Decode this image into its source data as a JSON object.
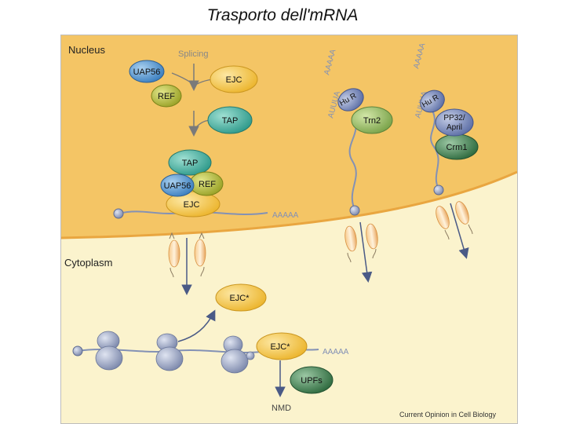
{
  "title": "Trasporto dell'mRNA",
  "compartments": {
    "nucleus": "Nucleus",
    "cytoplasm": "Cytoplasm"
  },
  "process_labels": {
    "splicing": "Splicing",
    "nmd": "NMD"
  },
  "proteins": {
    "uap56": "UAP56",
    "ref": "REF",
    "ejc": "EJC",
    "tap": "TAP",
    "hur": "Hu R",
    "trn2": "Trn2",
    "pp32_line1": "PP32/",
    "pp32_line2": "April",
    "crm1": "Crm1",
    "ejc_star": "EJC*",
    "upfs": "UPFs"
  },
  "rna": {
    "polya": "AAAAA",
    "aujua": "AUUUA"
  },
  "credit": "Current Opinion in Cell Biology",
  "colors": {
    "nucleus": "#f4c565",
    "cytoplasm": "#fbf3cd",
    "uap56": "#4b8ec7",
    "ref": "#a6ad32",
    "ejc": "#f2bf39",
    "tap": "#3aa99a",
    "hur": "#6d7eb2",
    "trn2": "#8aad5a",
    "crm1": "#3c7a4c",
    "pp32": "#7a8fb5",
    "ribosome": "#8f9bbb"
  }
}
